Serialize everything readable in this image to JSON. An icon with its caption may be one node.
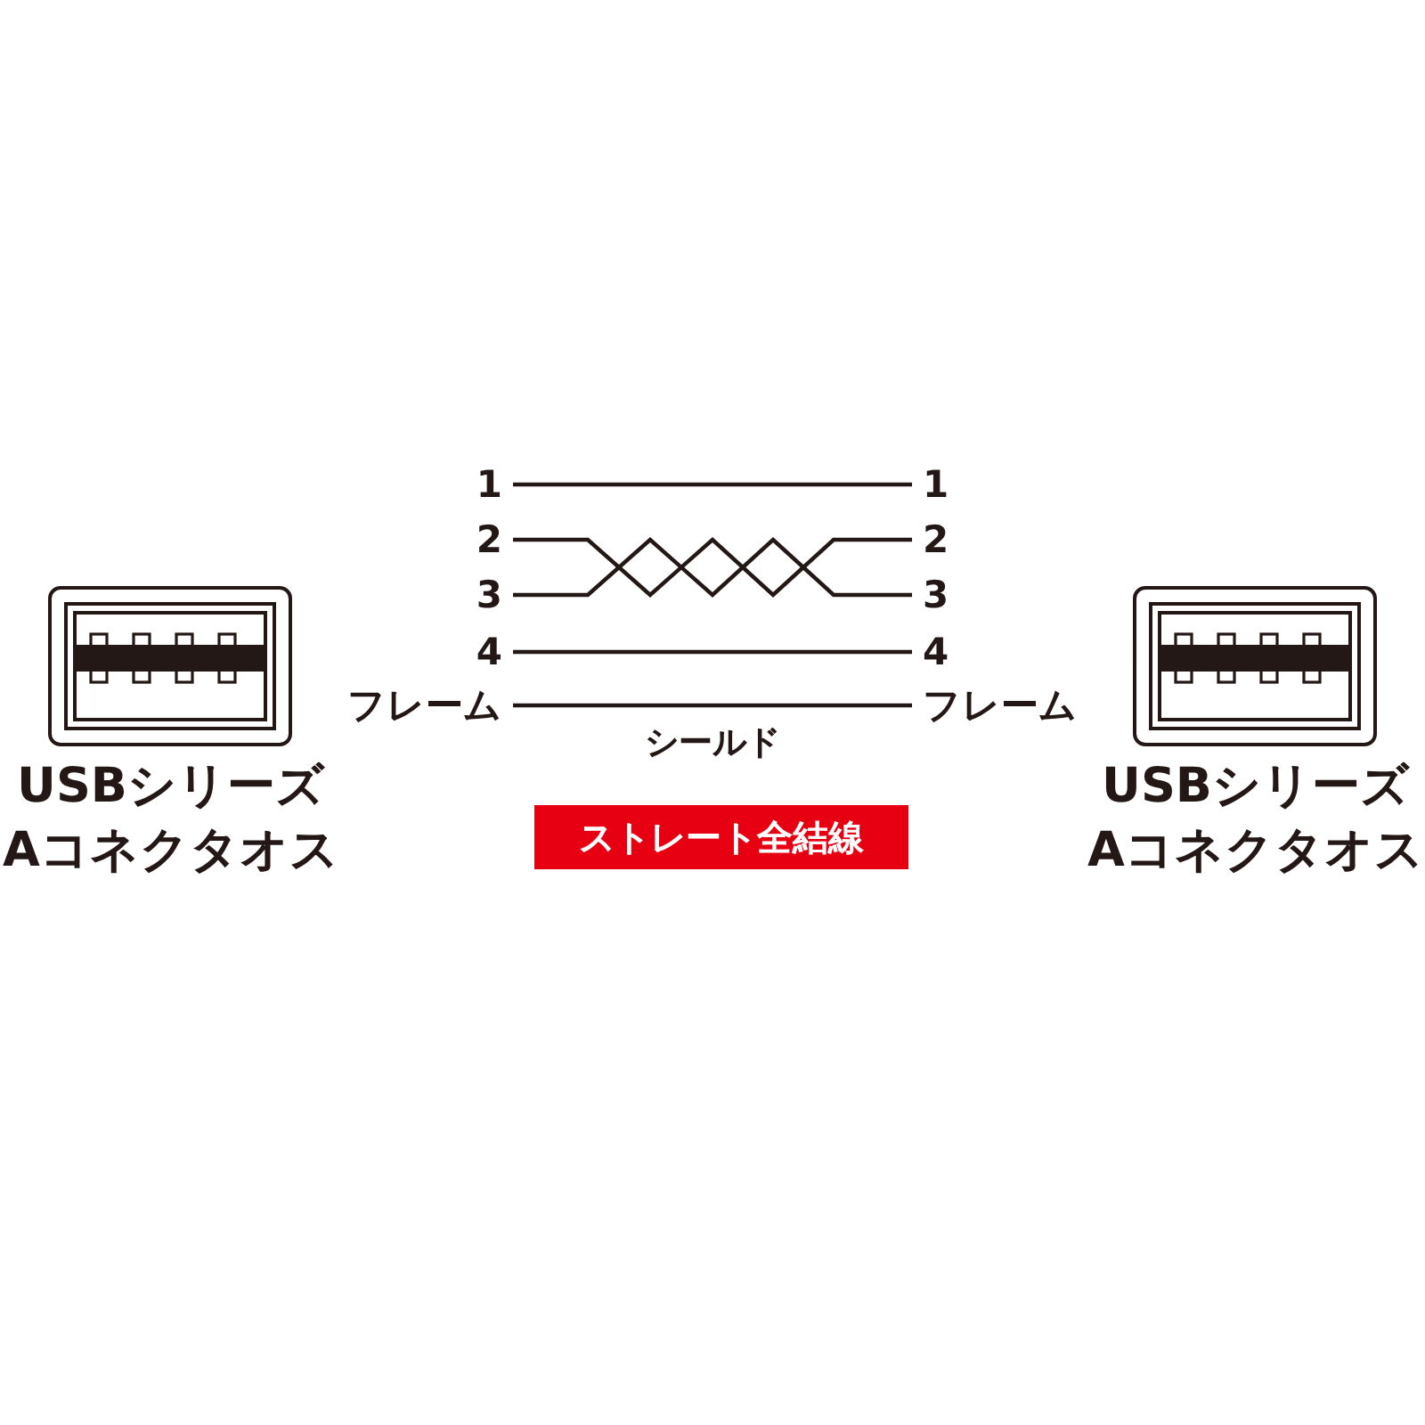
{
  "diagram": {
    "nodes": [
      {
        "text": [
          "USBシリーズAコネクタオス"
        ]
      },
      {
        "text": [
          "1"
        ]
      },
      {
        "text": [
          "2"
        ]
      },
      {
        "text": [
          "3"
        ]
      },
      {
        "text": [
          "4"
        ]
      },
      {
        "text": [
          "フレーム"
        ]
      },
      {
        "text": [
          "1"
        ]
      },
      {
        "text": [
          "2"
        ]
      },
      {
        "text": [
          "3"
        ]
      },
      {
        "text": [
          "4"
        ]
      },
      {
        "text": [
          "フレーム"
        ]
      },
      {
        "text": [
          "USBシリーズAコネクタオス"
        ]
      },
      {
        "text": [
          "ストレート全結線"
        ]
      }
    ],
    "edges": [
      {
        "from": 1,
        "to": 6,
        "arrow": "none"
      },
      {
        "from": 2,
        "to": 7,
        "arrow": "none"
      },
      {
        "from": 3,
        "to": 8,
        "arrow": "none"
      },
      {
        "from": 4,
        "to": 9,
        "arrow": "none"
      },
      {
        "from": 5,
        "to": 10,
        "arrow": "none",
        "label": "シールド"
      }
    ]
  }
}
